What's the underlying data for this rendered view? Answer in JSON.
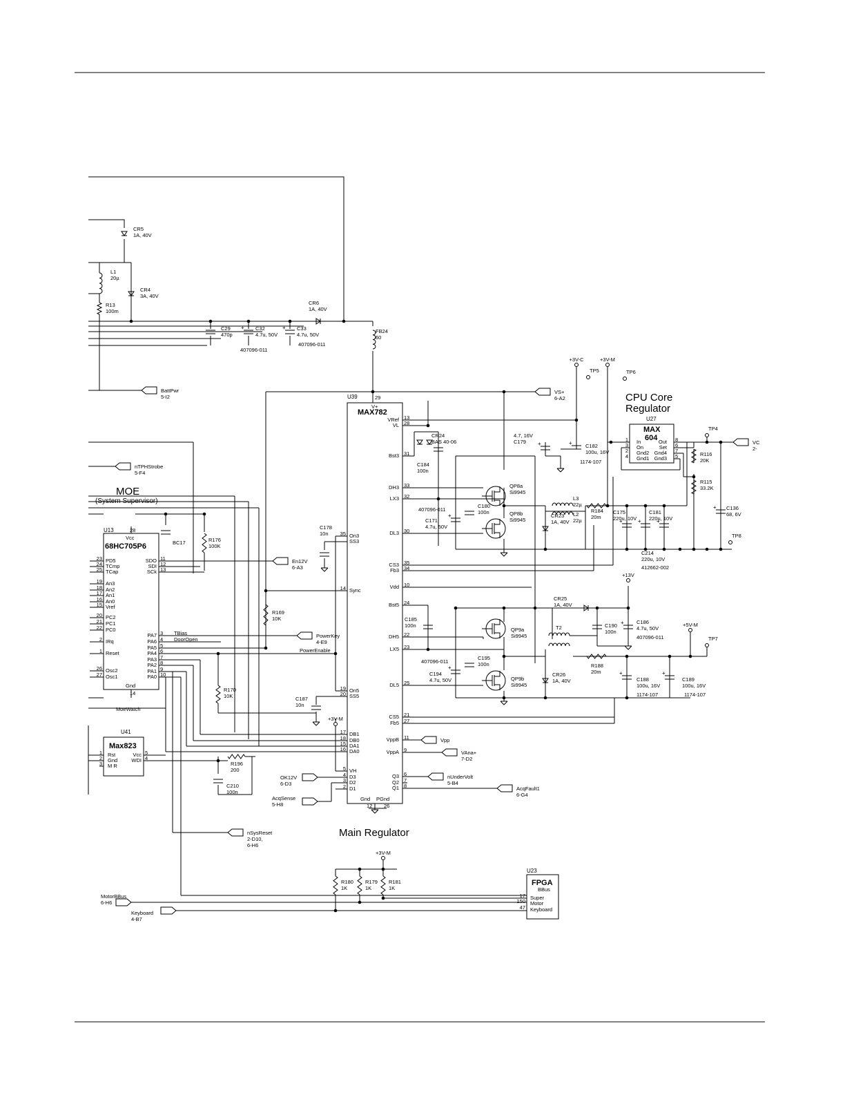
{
  "labels": {
    "moe": "MOE",
    "moe_sub": "(System Supervisor)",
    "cpu_core_1": "CPU Core",
    "cpu_core_2": "Regulator",
    "main_regulator": "Main Regulator"
  },
  "ics": {
    "u13": {
      "ref": "U13",
      "name": "68HC705P6"
    },
    "u39": {
      "ref": "U39",
      "name": "MAX782"
    },
    "u27": {
      "ref": "U27",
      "name1": "MAX",
      "name2": "604"
    },
    "u41": {
      "ref": "U41",
      "name": "Max823"
    },
    "u23": {
      "ref": "U23",
      "name": "FPGA",
      "sub": "BBus"
    }
  },
  "components": {
    "CR5": [
      "CR5",
      "1A, 40V"
    ],
    "L1": [
      "L1",
      "20µ"
    ],
    "CR4": [
      "CR4",
      "3A, 40V"
    ],
    "R13": [
      "R13",
      "100m"
    ],
    "CR6": [
      "CR6",
      "1A, 40V"
    ],
    "C29": [
      "C29",
      "470p"
    ],
    "C32": [
      "C32",
      "4.7u, 50V"
    ],
    "C33": [
      "C33",
      "4.7u, 50V"
    ],
    "FB24": [
      "FB24",
      "60"
    ],
    "CR24": [
      "CR24",
      "BAS 40-06"
    ],
    "C179": [
      "4.7,  16V",
      "C179"
    ],
    "C182": [
      "C182",
      "100u, 16V"
    ],
    "C184": [
      "C184",
      "100n"
    ],
    "QP8a": [
      "QP8a",
      "Si9945"
    ],
    "QP8b": [
      "QP8b",
      "Si9945"
    ],
    "C180": [
      "C180",
      "100n"
    ],
    "C171": [
      "C171",
      "4.7u, 50V"
    ],
    "L3": [
      "L3",
      "22µ"
    ],
    "L2": [
      "L2",
      "22µ"
    ],
    "CR23": [
      "CR23",
      "1A, 40V"
    ],
    "R184": [
      "R184",
      "20m"
    ],
    "C175": [
      "C175",
      "220u, 10V"
    ],
    "C181": [
      "C181",
      "220u, 10V"
    ],
    "C214": [
      "C214",
      "220u, 10V"
    ],
    "R116": [
      "R116",
      "20K"
    ],
    "R115": [
      "R115",
      "33.2K"
    ],
    "C136": [
      "C136",
      "68,  6V"
    ],
    "C178": [
      "C178",
      "10n"
    ],
    "C187": [
      "C187",
      "10n"
    ],
    "R176": [
      "R176",
      "100K"
    ],
    "BC17": [
      "BC17"
    ],
    "R169": [
      "R169",
      "10K"
    ],
    "R170": [
      "R170",
      "10K"
    ],
    "C185": [
      "C185",
      "100n"
    ],
    "QP9a": [
      "QP9a",
      "Si9945"
    ],
    "QP9b": [
      "QP9b",
      "Si9945"
    ],
    "C195": [
      "C195",
      "100n"
    ],
    "C194": [
      "C194",
      "4.7u, 50V"
    ],
    "CR25": [
      "CR25",
      "1A, 40V"
    ],
    "T2": [
      "T2"
    ],
    "C190": [
      "C190",
      "100n"
    ],
    "C186": [
      "C186",
      "4.7u, 50V"
    ],
    "CR26": [
      "CR26",
      "1A, 40V"
    ],
    "R188": [
      "R188",
      "20m"
    ],
    "C188": [
      "C188",
      "100u, 16V"
    ],
    "C189": [
      "C189",
      "100u, 16V"
    ],
    "R196": [
      "R196",
      "200"
    ],
    "C210": [
      "C210",
      "100n"
    ],
    "R180": [
      "R180",
      "1K"
    ],
    "R179": [
      "R179",
      "1K"
    ],
    "R181": [
      "R181",
      "1K"
    ]
  },
  "part_numbers": {
    "pn_c32": "407096-011",
    "pn_c33": "407096-011",
    "pn_c182": "1174-107",
    "pn_c214": "412662-002",
    "pn_c171": "407096-011",
    "pn_c194": "407096-011",
    "pn_c186": "407096-011",
    "pn_c188": "1174-107",
    "pn_c189": "1174-107"
  },
  "rails": {
    "p3vc": "+3V-C",
    "p3vm": "+3V-M",
    "p13v": "+13V",
    "p5vm": "+5V-M",
    "p3vm2": "+3V-M",
    "p3vm3": "+3V-M"
  },
  "testpoints": {
    "tp5": "TP5",
    "tp6": "TP6",
    "tp4": "TP4",
    "tp8": "TP8",
    "tp7": "TP7"
  },
  "ports": {
    "battpwr": [
      "BattPwr",
      "5-I2"
    ],
    "ntphstrobe": [
      "nTPHStrobe",
      "5-F4"
    ],
    "vsp": [
      "VS+",
      "6-A2"
    ],
    "vout": [
      "VC",
      "2-"
    ],
    "en12v": [
      "En12V",
      "6-A3"
    ],
    "powerkey": [
      "PowerKey",
      "4-E9"
    ],
    "vpp": [
      "Vpp"
    ],
    "vanap": [
      "VAna+",
      "7-D2"
    ],
    "nundervolt": [
      "nUnderVolt",
      "5-B4"
    ],
    "acqfault1": [
      "AcqFault1",
      "6-G4"
    ],
    "ok12v": [
      "OK12V",
      "6-D3"
    ],
    "acqsense": [
      "AcqSense",
      "5-H8"
    ],
    "nsysreset": [
      "nSysReset",
      "2-D10,",
      "6-H6"
    ],
    "motorbbus": [
      "MotorBBus",
      "6-H6"
    ],
    "keyboard": [
      "Keyboard",
      "4-B7"
    ]
  },
  "nets": {
    "power_enable": "PowerEnable",
    "moe_watch": "MoeWatch",
    "tbias": "TBias",
    "door_open": "DoorOpen"
  },
  "pins": {
    "u13": {
      "vcc": "Vcc",
      "vcc_n": "28",
      "gnd": "Gnd",
      "gnd_n": "14",
      "left": [
        [
          "23",
          "PD5"
        ],
        [
          "24",
          "TCmp"
        ],
        [
          "25",
          "TCap"
        ],
        [
          "19",
          "An3"
        ],
        [
          "18",
          "An2"
        ],
        [
          "17",
          "An1"
        ],
        [
          "16",
          "An0"
        ],
        [
          "15",
          "Vref"
        ],
        [
          "20",
          "PC2"
        ],
        [
          "21",
          "PC1"
        ],
        [
          "22",
          "PC0"
        ],
        [
          "2",
          "IRq"
        ],
        [
          "1",
          "Reset"
        ],
        [
          "26",
          "Osc2"
        ],
        [
          "27",
          "Osc1"
        ]
      ],
      "right": [
        [
          "11",
          "SDO"
        ],
        [
          "12",
          "SDI"
        ],
        [
          "13",
          "SCk"
        ],
        [
          "3",
          "PA7"
        ],
        [
          "4",
          "PA6"
        ],
        [
          "5",
          "PA5"
        ],
        [
          "6",
          "PA4"
        ],
        [
          "7",
          "PA3"
        ],
        [
          "8",
          "PA2"
        ],
        [
          "9",
          "PA1"
        ],
        [
          "10",
          "PA0"
        ]
      ]
    },
    "u39": {
      "vplus": "V+",
      "vplus_n": "29",
      "gnd": "Gnd",
      "gnd_n": "12",
      "pgnd": "PGnd",
      "pgnd_n": "26",
      "left": [
        [
          "35",
          "On3"
        ],
        [
          "",
          "SS3"
        ],
        [
          "14",
          "Sync"
        ],
        [
          "19",
          "On5"
        ],
        [
          "20",
          "SS5"
        ],
        [
          "17",
          "DB1"
        ],
        [
          "18",
          "DB0"
        ],
        [
          "15",
          "DA1"
        ],
        [
          "16",
          "DA0"
        ],
        [
          "5",
          "VH"
        ],
        [
          "4",
          "D3"
        ],
        [
          "3",
          "D2"
        ],
        [
          "2",
          "D1"
        ]
      ],
      "right": [
        [
          "13",
          "VRef"
        ],
        [
          "28",
          "VL"
        ],
        [
          "31",
          "Bst3"
        ],
        [
          "33",
          "DH3"
        ],
        [
          "32",
          "LX3"
        ],
        [
          "30",
          "DL3"
        ],
        [
          "35",
          "CS3"
        ],
        [
          "34",
          "Fb3"
        ],
        [
          "10",
          "Vdd"
        ],
        [
          "24",
          "Bst5"
        ],
        [
          "22",
          "DH5"
        ],
        [
          "23",
          "LX5"
        ],
        [
          "25",
          "DL5"
        ],
        [
          "21",
          "CS5"
        ],
        [
          "27",
          "Fb5"
        ],
        [
          "11",
          "VppB"
        ],
        [
          "9",
          "VppA"
        ],
        [
          "6",
          "Q3"
        ],
        [
          "7",
          "Q2"
        ],
        [
          "8",
          "Q1"
        ]
      ]
    },
    "u27": {
      "left": [
        [
          "1",
          "In"
        ],
        [
          "3",
          "On"
        ],
        [
          "2",
          "Gnd2"
        ],
        [
          "4",
          "Gnd1"
        ]
      ],
      "right": [
        [
          "8",
          "Out"
        ],
        [
          "6",
          "Set"
        ],
        [
          "7",
          "Gnd4"
        ],
        [
          "5",
          "Gnd3"
        ]
      ]
    },
    "u41": {
      "left": [
        [
          "1",
          "Rst"
        ],
        [
          "2",
          "Gnd"
        ],
        [
          "3",
          "M R"
        ]
      ],
      "right": [
        [
          "5",
          "Vcc"
        ],
        [
          "4",
          "WDI"
        ]
      ]
    },
    "u23": {
      "rows": [
        [
          "17",
          "Super"
        ],
        [
          "150",
          "Motor"
        ],
        [
          "47",
          "Keyboard"
        ]
      ]
    }
  }
}
